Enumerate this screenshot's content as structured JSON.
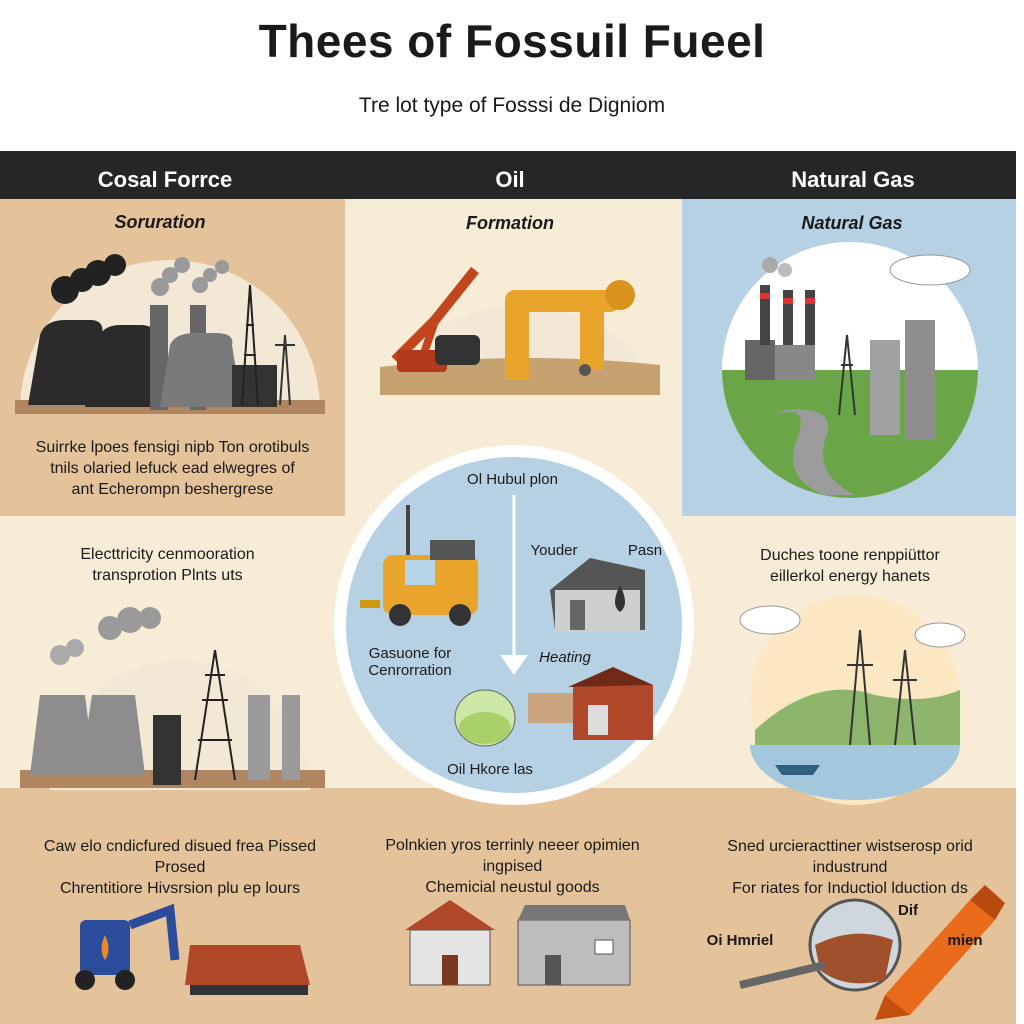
{
  "header": {
    "title": "Thees of  Fossuil Fueel",
    "subtitle": "Tre lot type of Fosssi de Digniom"
  },
  "columns": [
    {
      "label": "Cosal Forrce"
    },
    {
      "label": "Oil"
    },
    {
      "label": "Natural Gas"
    }
  ],
  "coal": {
    "panel_title": "Soruration",
    "description": [
      "Suirrke lpoes fensigi nipb Ton orotibuls",
      "tnils olaried lefuck ead elwegres of",
      "ant Echerompn beshergrese"
    ],
    "uses_title": [
      "Electtricity cenmooration",
      "transprotion Plnts uts"
    ],
    "bottom_text": [
      "Caw elo cndicfured disued frea Pissed",
      "Prosed",
      "Chrentitiore Hivsrsion plu ep lours"
    ]
  },
  "oil": {
    "panel_title": "Formation",
    "circle_title": "Ol Hubul plon",
    "labels": {
      "youder": "Youder",
      "pasn": "Pasn",
      "gasoline": [
        "Gasuone for",
        "Cenrorration"
      ],
      "heating": "Heating",
      "oil_bottom": "Oil Hkore las"
    },
    "bottom_text": [
      "Polnkien yros terrinly neeer opimien",
      "ingpised",
      "Chemicial neustul goods"
    ]
  },
  "gas": {
    "panel_title": "Natural Gas",
    "uses_title": [
      "Duches toone renppiüttor",
      "eillerkol energy hanets"
    ],
    "bottom_text": [
      "Sned urcieracttiner wistserosp orid",
      "industrund",
      "For riates for Inductiol lduction ds"
    ],
    "tool_labels": {
      "left": "Oi Hmriel",
      "dif": "Dif",
      "right": "mien"
    }
  },
  "colors": {
    "tan": "#e4c29a",
    "cream": "#f7ecd6",
    "blue": "#b6d1e3",
    "header": "#262626",
    "coal_dark": "#2b2b2b",
    "oil_yellow": "#e9a42c",
    "grass": "#6aa548",
    "crayon": "#e86a1a"
  },
  "icons": [
    "power-plant-icon",
    "excavator-icon",
    "pipeline-icon",
    "gas-plant-icon",
    "truck-icon",
    "house-icon",
    "oil-jar-icon",
    "power-tower-icon",
    "boat-icon",
    "house-icon",
    "crayon-icon"
  ]
}
